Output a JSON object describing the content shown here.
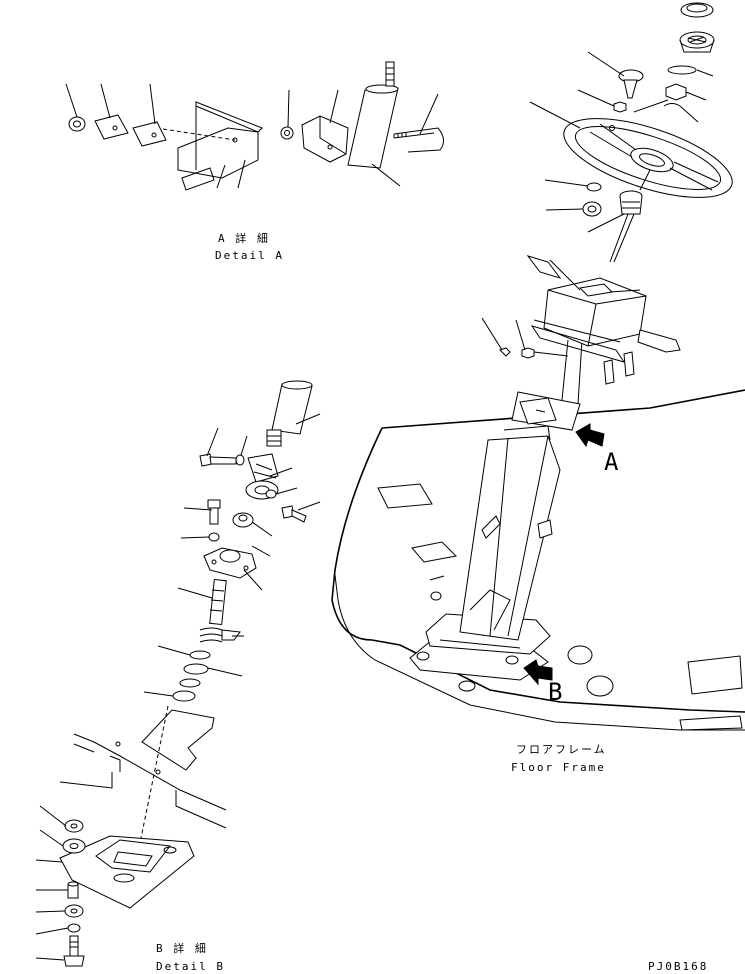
{
  "labels": {
    "detail_a_jp": "A 詳 細",
    "detail_a_en": "Detail A",
    "detail_b_jp": "B 詳 細",
    "detail_b_en": "Detail B",
    "floor_frame_jp": "フロアフレーム",
    "floor_frame_en": "Floor Frame",
    "arrow_a": "A",
    "arrow_b": "B",
    "drawing_code": "PJ0B168"
  }
}
